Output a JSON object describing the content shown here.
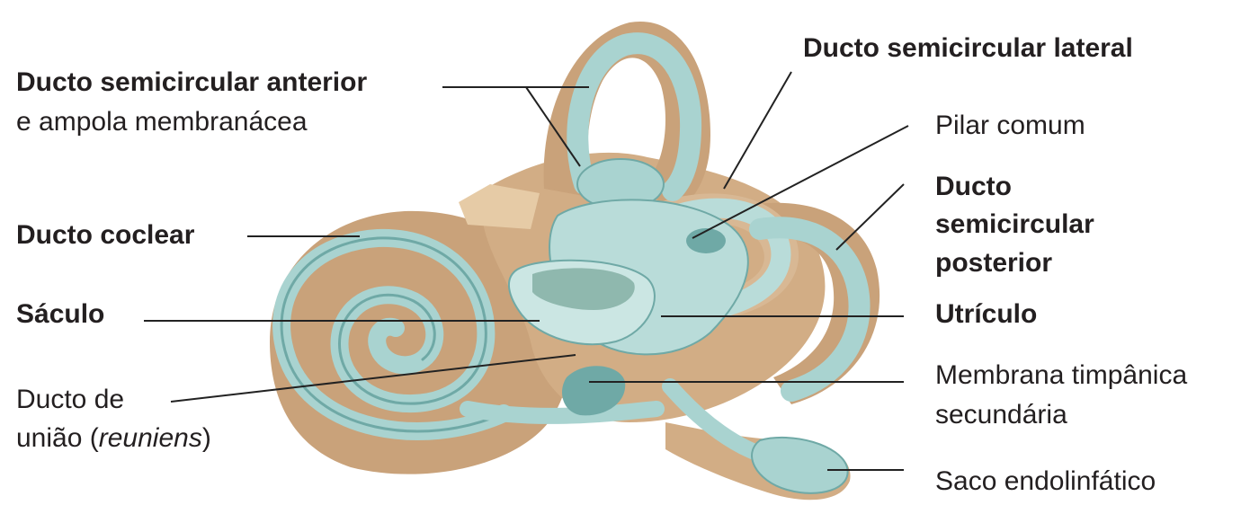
{
  "labels": {
    "anterior_title": "Ducto semicircular anterior",
    "anterior_sub": "e ampola membranácea",
    "lateral": "Ducto semicircular lateral",
    "pilar": "Pilar comum",
    "posterior_1": "Ducto",
    "posterior_2": "semicircular",
    "posterior_3": "posterior",
    "coclear": "Ducto coclear",
    "saculo": "Sáculo",
    "utriculo": "Utrículo",
    "uniao_1": "Ducto de",
    "uniao_2a": "união (",
    "uniao_2b": "reuniens",
    "uniao_2c": ")",
    "membrana_1": "Membrana timpânica",
    "membrana_2": "secundária",
    "saco": "Saco endolinfático"
  },
  "colors": {
    "tan": "#c9a27a",
    "tan_light": "#e6cba6",
    "tan_dark": "#a47a52",
    "membrane": "#a9d3d0",
    "membrane_light": "#cbe6e3",
    "membrane_dark": "#6fa9a6",
    "leader": "#222222"
  }
}
